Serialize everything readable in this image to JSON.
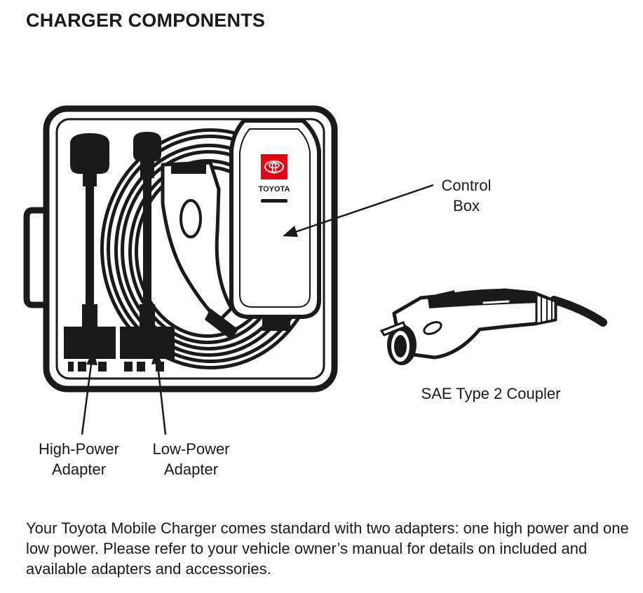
{
  "header": {
    "title": "CHARGER COMPONENTS"
  },
  "labels": {
    "control_box_line1": "Control",
    "control_box_line2": "Box",
    "high_power_line1": "High-Power",
    "high_power_line2": "Adapter",
    "low_power_line1": "Low-Power",
    "low_power_line2": "Adapter",
    "coupler": "SAE Type 2 Coupler",
    "brand": "TOYOTA"
  },
  "description": "Your Toyota Mobile Charger comes standard with two adapters: one high power and one low power. Please refer to your vehicle owner’s manual for details on included and available adapters and accessories.",
  "colors": {
    "ink": "#1a1a1a",
    "logo_red": "#e60012",
    "background": "#ffffff"
  }
}
